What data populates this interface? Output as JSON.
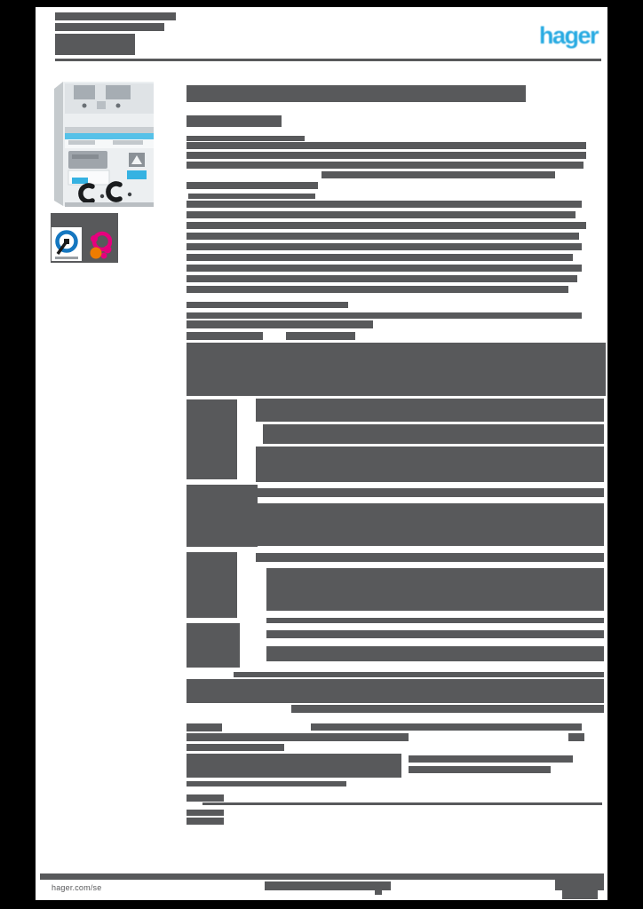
{
  "header": {
    "logo_text": "hager"
  },
  "footer": {
    "url": "hager.com/se"
  },
  "colors": {
    "canvas_bg": "#000000",
    "page_bg": "#ffffff",
    "redaction": "#58595b",
    "brand_blue": "#29abe2",
    "cert_blue": "#1577c0",
    "cert_magenta": "#e5007d",
    "cert_orange": "#ee7c00",
    "product_cyan": "#56c1e8"
  },
  "icons": {
    "logo": "hager-logo",
    "product_photo": "rcbo-circuit-breaker-photo",
    "cert_1": "q-quality-mark-icon",
    "cert_2": "flower-certification-mark-icon"
  },
  "redactions": {
    "header_address": [
      [
        22,
        6,
        136,
        9
      ],
      [
        22,
        18,
        123,
        9
      ],
      [
        22,
        30,
        90,
        24
      ]
    ],
    "header_rule": [
      [
        22,
        58,
        615,
        3
      ]
    ],
    "page_title": [
      [
        170,
        88,
        382,
        19
      ]
    ],
    "subtitle": [
      [
        170,
        122,
        107,
        13
      ]
    ],
    "intro_paragraph": [
      [
        170,
        145,
        133,
        6
      ],
      [
        170,
        152,
        450,
        8
      ],
      [
        170,
        163,
        450,
        8
      ],
      [
        170,
        174,
        447,
        8
      ],
      [
        322,
        185,
        263,
        8
      ],
      [
        170,
        197,
        148,
        8
      ]
    ],
    "feature_list": [
      [
        172,
        210,
        143,
        6
      ],
      [
        170,
        218,
        445,
        8
      ],
      [
        170,
        230,
        438,
        8
      ],
      [
        170,
        242,
        450,
        8
      ],
      [
        170,
        254,
        442,
        8
      ],
      [
        170,
        266,
        445,
        8
      ],
      [
        170,
        278,
        435,
        8
      ],
      [
        170,
        290,
        445,
        8
      ],
      [
        170,
        302,
        440,
        8
      ],
      [
        170,
        314,
        430,
        8
      ]
    ],
    "subsection_heading": [
      [
        170,
        332,
        182,
        7
      ],
      [
        170,
        344,
        445,
        7
      ],
      [
        170,
        353,
        210,
        9
      ],
      [
        170,
        366,
        86,
        9
      ],
      [
        282,
        366,
        78,
        9
      ]
    ],
    "spec_table_top_block": [
      [
        170,
        378,
        472,
        60
      ]
    ],
    "spec_table_labels": [
      [
        170,
        442,
        57,
        90
      ],
      [
        170,
        538,
        80,
        70
      ],
      [
        170,
        614,
        57,
        74
      ],
      [
        170,
        694,
        60,
        50
      ]
    ],
    "spec_table_values": [
      [
        248,
        441,
        392,
        26
      ],
      [
        256,
        470,
        384,
        22
      ],
      [
        248,
        495,
        392,
        40
      ],
      [
        248,
        542,
        392,
        10
      ],
      [
        248,
        559,
        392,
        48
      ],
      [
        248,
        615,
        392,
        10
      ],
      [
        260,
        632,
        380,
        48
      ],
      [
        260,
        688,
        380,
        6
      ],
      [
        260,
        702,
        380,
        9
      ],
      [
        260,
        720,
        380,
        17
      ]
    ],
    "notes_paragraph": [
      [
        223,
        749,
        417,
        6
      ],
      [
        170,
        757,
        470,
        27
      ],
      [
        288,
        786,
        352,
        9
      ]
    ],
    "accessories_section": [
      [
        170,
        807,
        40,
        9
      ],
      [
        310,
        807,
        305,
        8
      ],
      [
        170,
        818,
        250,
        9
      ],
      [
        600,
        818,
        18,
        9
      ],
      [
        170,
        830,
        110,
        8
      ],
      [
        170,
        841,
        242,
        27
      ],
      [
        420,
        843,
        185,
        8
      ],
      [
        420,
        855,
        160,
        8
      ]
    ],
    "footnote_section": [
      [
        170,
        872,
        180,
        6
      ],
      [
        170,
        887,
        42,
        8
      ],
      [
        188,
        896,
        450,
        3
      ],
      [
        170,
        904,
        42,
        7
      ],
      [
        170,
        913,
        42,
        8
      ]
    ],
    "footer_bars": [
      [
        5,
        976,
        635,
        7
      ],
      [
        258,
        985,
        142,
        10
      ],
      [
        382,
        995,
        8,
        5
      ],
      [
        585,
        977,
        55,
        18
      ],
      [
        593,
        995,
        40,
        10
      ]
    ]
  }
}
